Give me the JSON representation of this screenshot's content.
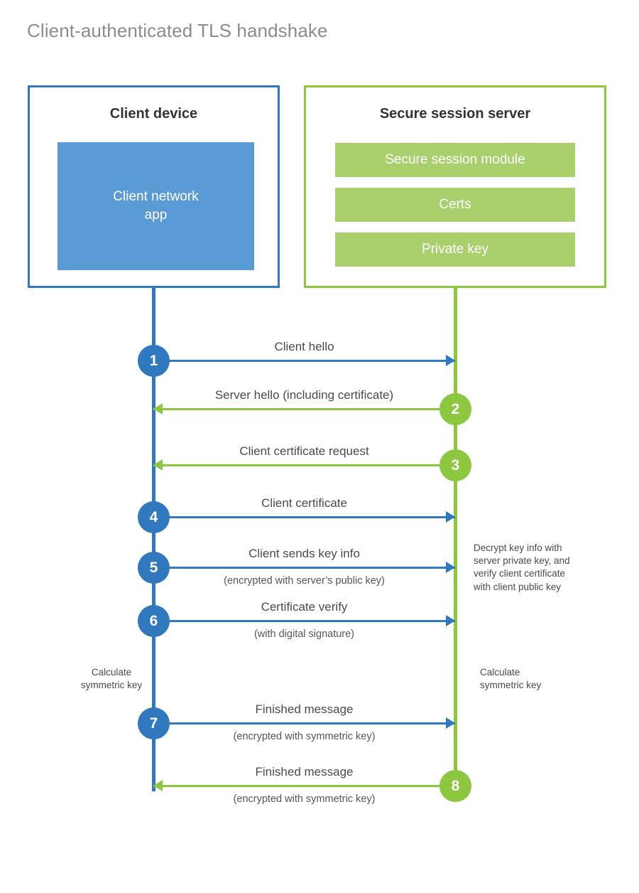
{
  "title": "Client-authenticated TLS handshake",
  "colors": {
    "client_blue": "#3079be",
    "client_app_fill": "#5b9bd5",
    "server_green": "#8dc63f",
    "server_chip_fill": "#a9d06d",
    "title_gray": "#8c8c8c",
    "text_gray": "#4a4a4a"
  },
  "client": {
    "title": "Client device",
    "app_label": "Client network\napp"
  },
  "server": {
    "title": "Secure session server",
    "chips": [
      "Secure session module",
      "Certs",
      "Private key"
    ]
  },
  "steps": [
    {
      "number": "1",
      "side": "client",
      "direction": "right",
      "label": "Client hello",
      "sublabel": ""
    },
    {
      "number": "2",
      "side": "server",
      "direction": "left",
      "label": "Server hello (including certificate)",
      "sublabel": ""
    },
    {
      "number": "3",
      "side": "server",
      "direction": "left",
      "label": "Client certificate request",
      "sublabel": ""
    },
    {
      "number": "4",
      "side": "client",
      "direction": "right",
      "label": "Client certificate",
      "sublabel": ""
    },
    {
      "number": "5",
      "side": "client",
      "direction": "right",
      "label": "Client sends key info",
      "sublabel": "(encrypted with server’s public key)"
    },
    {
      "number": "6",
      "side": "client",
      "direction": "right",
      "label": "Certificate verify",
      "sublabel": "(with digital signature)"
    },
    {
      "number": "7",
      "side": "client",
      "direction": "right",
      "label": "Finished message",
      "sublabel": "(encrypted with symmetric key)"
    },
    {
      "number": "8",
      "side": "server",
      "direction": "left",
      "label": "Finished message",
      "sublabel": "(encrypted with symmetric key)"
    }
  ],
  "notes": {
    "server_decrypt": "Decrypt key info with\nserver private key, and\nverify client certificate\nwith client public key",
    "client_calculate": "Calculate\nsymmetric key",
    "server_calculate": "Calculate\nsymmetric key"
  }
}
